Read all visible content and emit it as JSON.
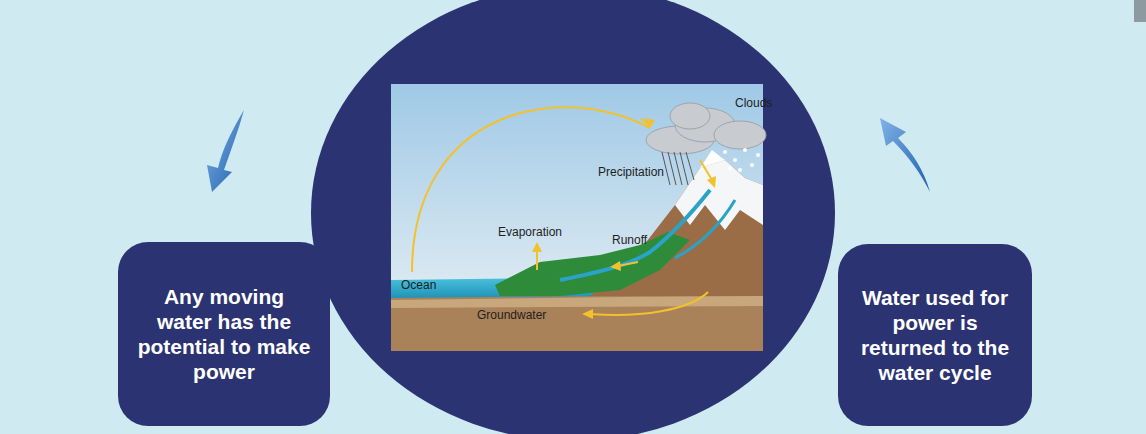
{
  "diagram": {
    "nodes": [
      {
        "text": [
          "Any moving water has the potential to make power"
        ]
      },
      {
        "text": [
          "Water used for power is returned to the water cycle"
        ]
      }
    ],
    "labels": [
      "Clouds",
      "Precipitation",
      "Evaporation",
      "Runoff",
      "Ocean",
      "Groundwater"
    ]
  }
}
